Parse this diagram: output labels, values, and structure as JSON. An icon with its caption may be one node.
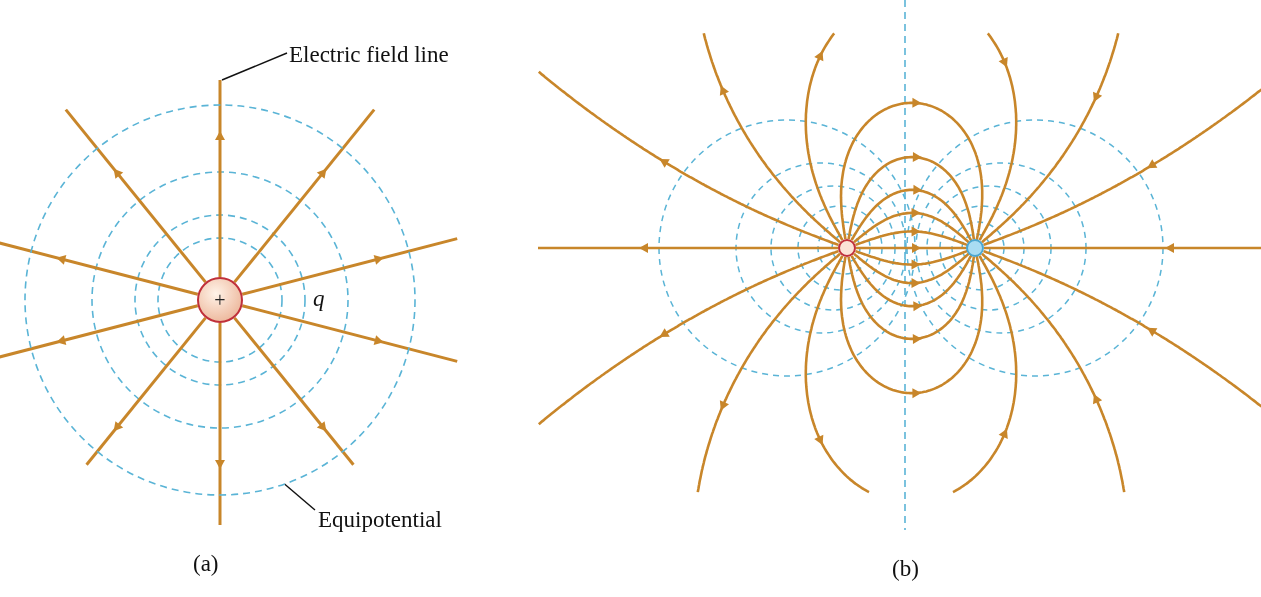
{
  "diagram": {
    "nodes": [
      {
        "text": [
          "Electric field line"
        ]
      },
      {
        "text": [],
        "shape": "line"
      },
      {
        "text": [
          "Equipotential"
        ]
      },
      {
        "text": [],
        "shape": "circle"
      },
      {
        "text": [
          "+"
        ],
        "in": 3
      }
    ],
    "edges": [
      {
        "from": 0,
        "to": 1,
        "arrow": "none"
      },
      {
        "from": 2,
        "to": 3,
        "arrow": "none"
      }
    ],
    "labels": [
      "q",
      "(a)",
      "(b)"
    ]
  }
}
